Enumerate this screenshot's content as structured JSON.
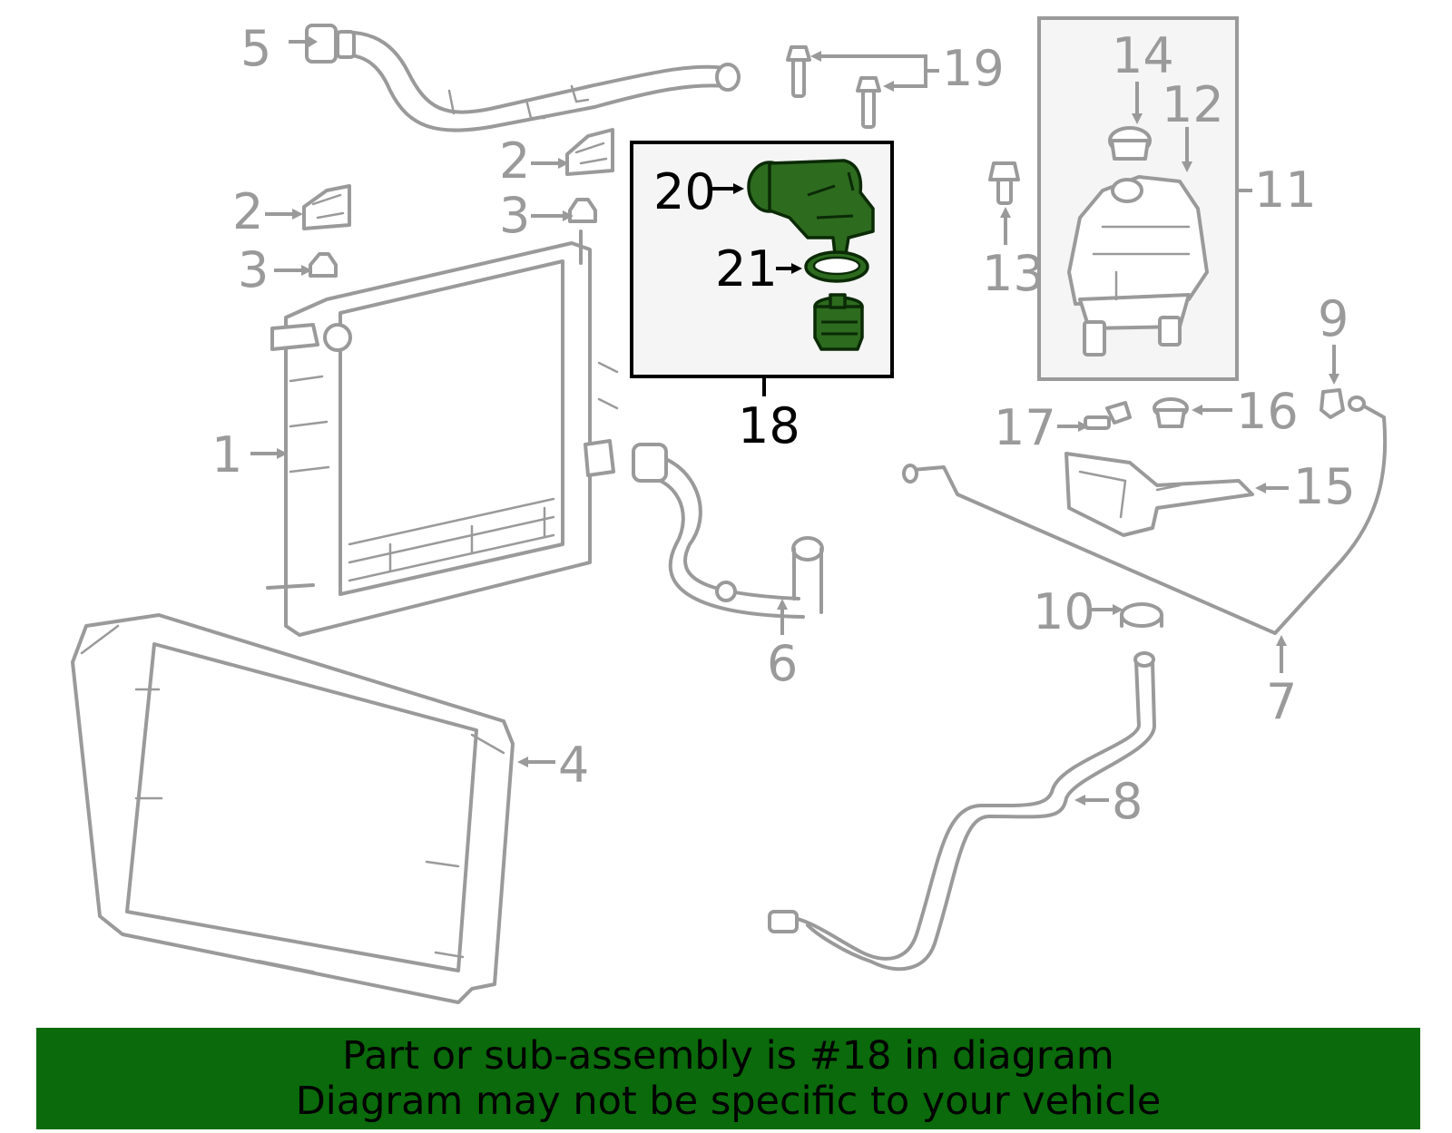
{
  "callouts": {
    "c1": "1",
    "c2a": "2",
    "c2b": "2",
    "c3a": "3",
    "c3b": "3",
    "c4": "4",
    "c5": "5",
    "c6": "6",
    "c7": "7",
    "c8": "8",
    "c9": "9",
    "c10": "10",
    "c11": "11",
    "c12": "12",
    "c13": "13",
    "c14": "14",
    "c15": "15",
    "c16": "16",
    "c17": "17",
    "c18": "18",
    "c19": "19",
    "c20": "20",
    "c21": "21"
  },
  "banner": {
    "line1": "Part or sub-assembly is #18 in diagram",
    "line2": "Diagram may not be specific to your vehicle"
  },
  "colors": {
    "banner_bg": "#0b6a0b",
    "highlight": "#2d6b1f",
    "part_gray": "#9a9a9a"
  }
}
